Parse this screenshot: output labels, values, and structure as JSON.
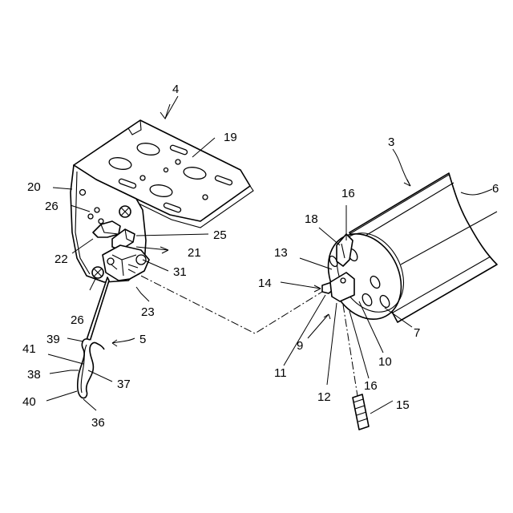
{
  "labels": {
    "n3": "3",
    "n4": "4",
    "n5": "5",
    "n6": "6",
    "n7": "7",
    "n9": "9",
    "n10": "10",
    "n11": "11",
    "n12": "12",
    "n13": "13",
    "n14": "14",
    "n15": "15",
    "n16a": "16",
    "n16b": "16",
    "n18": "18",
    "n19": "19",
    "n20": "20",
    "n21": "21",
    "n22": "22",
    "n23": "23",
    "n25": "25",
    "n26a": "26",
    "n26b": "26",
    "n31": "31",
    "n36": "36",
    "n37": "37",
    "n38": "38",
    "n39": "39",
    "n40": "40",
    "n41": "41"
  }
}
